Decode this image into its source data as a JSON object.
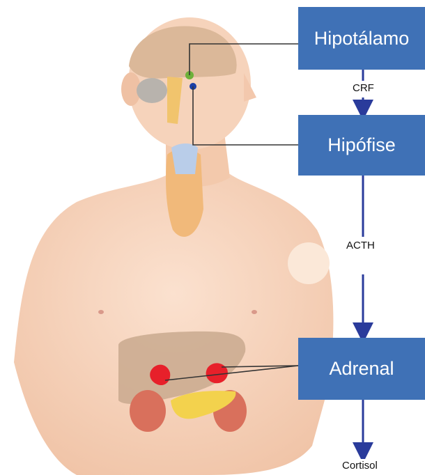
{
  "boxes": {
    "hypothalamus": "Hipotálamo",
    "pituitary": "Hipófise",
    "adrenal": "Adrenal"
  },
  "hormones": {
    "crf": "CRF",
    "acth": "ACTH",
    "cortisol": "Cortisol"
  },
  "colors": {
    "box_fill": "#3f71b6",
    "arrow": "#2a3b9b",
    "skin": "#f5d0b5",
    "liver": "#c9a98e",
    "gland": "#f2b46a",
    "adrenal_gland": "#e7202a",
    "kidney": "#d9705c"
  }
}
